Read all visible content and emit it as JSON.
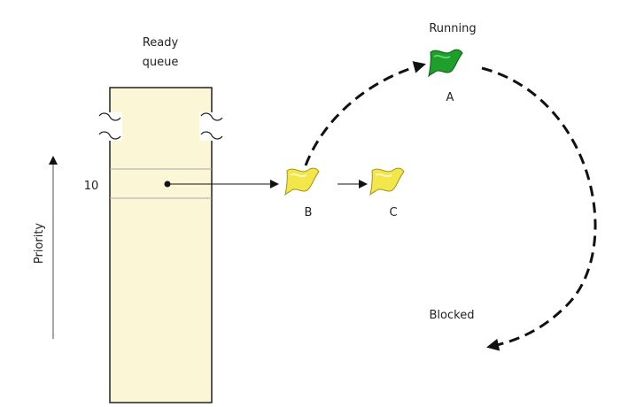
{
  "diagram": {
    "ready_queue_label_line1": "Ready",
    "ready_queue_label_line2": "queue",
    "priority_level": "10",
    "priority_axis_label": "Priority",
    "running_label": "Running",
    "blocked_label": "Blocked",
    "threads": {
      "a": {
        "label": "A",
        "state": "running",
        "color": "#1e9e2a"
      },
      "b": {
        "label": "B",
        "state": "ready",
        "color": "#f2e64a"
      },
      "c": {
        "label": "C",
        "state": "ready",
        "color": "#f2e64a"
      }
    }
  },
  "colors": {
    "queue_fill": "#fbf7d6",
    "queue_stroke": "#222222",
    "axis_arrow": "#888888",
    "dashed_path": "#111111"
  },
  "icons": {
    "thread_flag": "flag-icon",
    "break_marker": "squiggle-break-icon"
  }
}
